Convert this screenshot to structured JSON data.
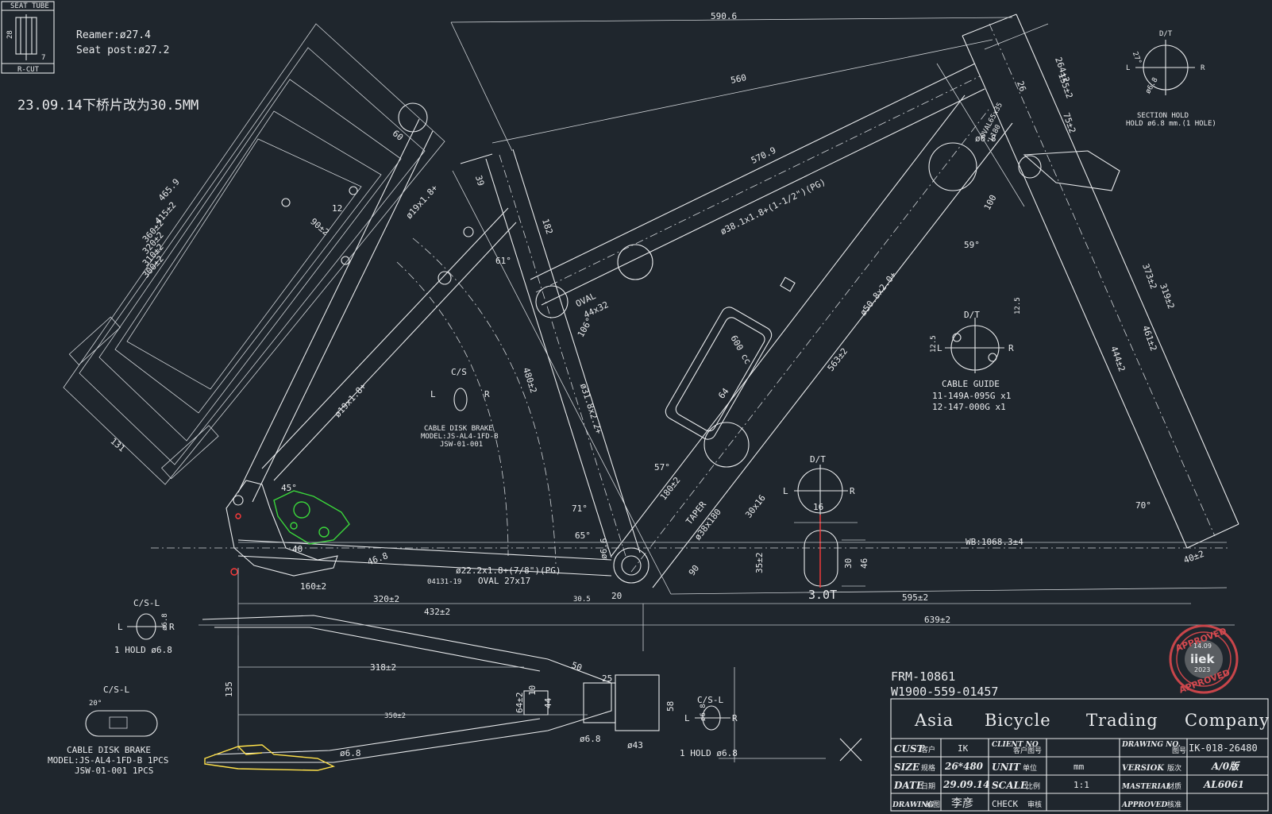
{
  "seat_tube_box": {
    "title": "SEAT TUBE",
    "dim_left": "28",
    "dim_right": "7",
    "bottom": "R-CUT"
  },
  "notes": {
    "reamer": "Reamer:ø27.4",
    "seat_post": "Seat post:ø27.2",
    "change_note": "23.09.14下桥片改为30.5MM"
  },
  "dims_top": {
    "d590": "590.6",
    "d560": "560",
    "d570": "570.9",
    "tt_tube": "ø38.1x1.8+(1-1/2\")(PG)",
    "dt_tube": "ø50.8x2.0+",
    "oval_a": "OVAL",
    "oval_b": "44x32",
    "d182": "182",
    "d39": "39",
    "d61": "61°",
    "d106": "106°",
    "d480": "480±2",
    "st_tube": "ø31.8x2.2+",
    "d563": "563±2",
    "d59": "59°",
    "d64": "64",
    "d180": "180±2",
    "taper_a": "TAPER",
    "taper_b": "ø38x180",
    "d30x16": "30x16",
    "d57": "57°",
    "d71": "71°",
    "d65": "65°",
    "d90": "90"
  },
  "dims_left": {
    "d465": "465.9",
    "d415": "415±2",
    "d360": "360±2",
    "d320": "320±2",
    "d310": "310±2",
    "d300": "300±2",
    "d19_top": "ø19x1.8+",
    "d19_bot": "ø19x1.8+",
    "d60": "60",
    "d90": "90±2",
    "d12": "12",
    "d131": "131",
    "d45": "45°",
    "d40": "40"
  },
  "dims_head": {
    "d264": "264±2",
    "d155": "155±2",
    "d75": "75±2",
    "d26": "26",
    "oval": "OVAL65x35",
    "l180": "L180",
    "d6_8": "ø6.8",
    "d100": "100",
    "d373": "373±2",
    "d319": "319±2",
    "d461": "461±2",
    "d444": "444±2",
    "d70": "70°"
  },
  "dims_bottom": {
    "wb": "WB:1068.3±4",
    "d595": "595±2",
    "d639": "639±2",
    "d40": "40±2",
    "d35": "35±2",
    "d160": "160±2",
    "d320": "320±2",
    "d432": "432±2",
    "d318": "318±2",
    "d350": "350±2",
    "d135": "135",
    "cs_tube": "ø22.2x1.8+(7/8\")(PG)",
    "part": "04131-19",
    "oval": "OVAL 27x17",
    "d30_5": "30.5",
    "d20": "20",
    "d50": "50",
    "d25": "25",
    "d64": "64±2",
    "d44": "44",
    "d10": "10",
    "d6_8": "ø6.8",
    "d43": "ø43",
    "d58": "58",
    "d46_8": "46.8",
    "d6_6": "ø6.6",
    "d6_8b": "ø6.8"
  },
  "section_hold": {
    "dt": "D/T",
    "l": "L",
    "r": "R",
    "d27": "27°",
    "d6": "ø6.8",
    "title": "SECTION HOLD",
    "sub": "HOLD ø6.8 mm.(1 HOLE)"
  },
  "cable_guide": {
    "dt": "D/T",
    "l": "L",
    "r": "R",
    "d12a": "12.5",
    "d12b": "12.5",
    "title": "CABLE GUIDE",
    "line1": "11-149A-095G x1",
    "line2": "12-147-000G x1"
  },
  "bottle": {
    "label": "600 cc"
  },
  "cs_mid": {
    "title": "C/S",
    "l": "L",
    "r": "R",
    "line1": "CABLE DISK BRAKE",
    "line2": "MODEL:JS-AL4-1FD-B",
    "line3": "JSW-01-001"
  },
  "dt_small": {
    "title": "D/T",
    "l": "L",
    "r": "R",
    "d16": "16",
    "d30": "30",
    "d46": "46",
    "thick": "3.0T"
  },
  "csl_left": {
    "title": "C/S-L",
    "l": "L",
    "r": "R",
    "d6": "ø6.8",
    "hold": "1 HOLD ø6.8"
  },
  "csl_bottom": {
    "title": "C/S-L",
    "d20": "20°",
    "line1": "CABLE DISK BRAKE",
    "line2": "MODEL:JS-AL4-1FD-B 1PCS",
    "line3": "JSW-01-001 1PCS"
  },
  "csl_right": {
    "title": "C/S-L",
    "l": "L",
    "r": "R",
    "d6": "ø6.8",
    "hold": "1 HOLD ø6.8"
  },
  "codes": {
    "frm": "FRM-10861",
    "w": "W1900-559-01457"
  },
  "stamp": {
    "top": "APPROVED",
    "date": "14.09",
    "logo": "iiek",
    "year": "2023",
    "bottom": "APPROVED"
  },
  "title_block": {
    "company": [
      "Asia",
      "Bicycle",
      "Trading",
      "Company"
    ],
    "cust_label": "CUST",
    "cust_cn": "客户",
    "cust_val": "IK",
    "client_label": "CLIENT NO",
    "client_cn": "客户图号",
    "client_val": "",
    "drawing_label": "DRAWING NO.",
    "drawing_cn": "图号",
    "drawing_val": "IK-018-26480",
    "size_label": "SIZE",
    "size_cn": "规格",
    "size_val": "26*480",
    "unit_label": "UNIT",
    "unit_cn": "单位",
    "unit_val": "mm",
    "version_label": "VERSIOK",
    "version_cn": "版次",
    "version_val": "A/0版",
    "date_label": "DATE",
    "date_cn": "日期",
    "date_val": "29.09.14",
    "scale_label": "SCALE",
    "scale_cn": "比例",
    "scale_val": "1:1",
    "material_label": "MASTERIAL",
    "material_cn": "材质",
    "material_val": "AL6061",
    "drawing2_label": "DRAWING",
    "drawing2_cn": "绘图",
    "drawing2_val": "李彦",
    "check_label": "CHECK",
    "check_cn": "审核",
    "check_val": "",
    "approved_label": "APPROVED",
    "approved_cn": "核准",
    "approved_val": ""
  }
}
